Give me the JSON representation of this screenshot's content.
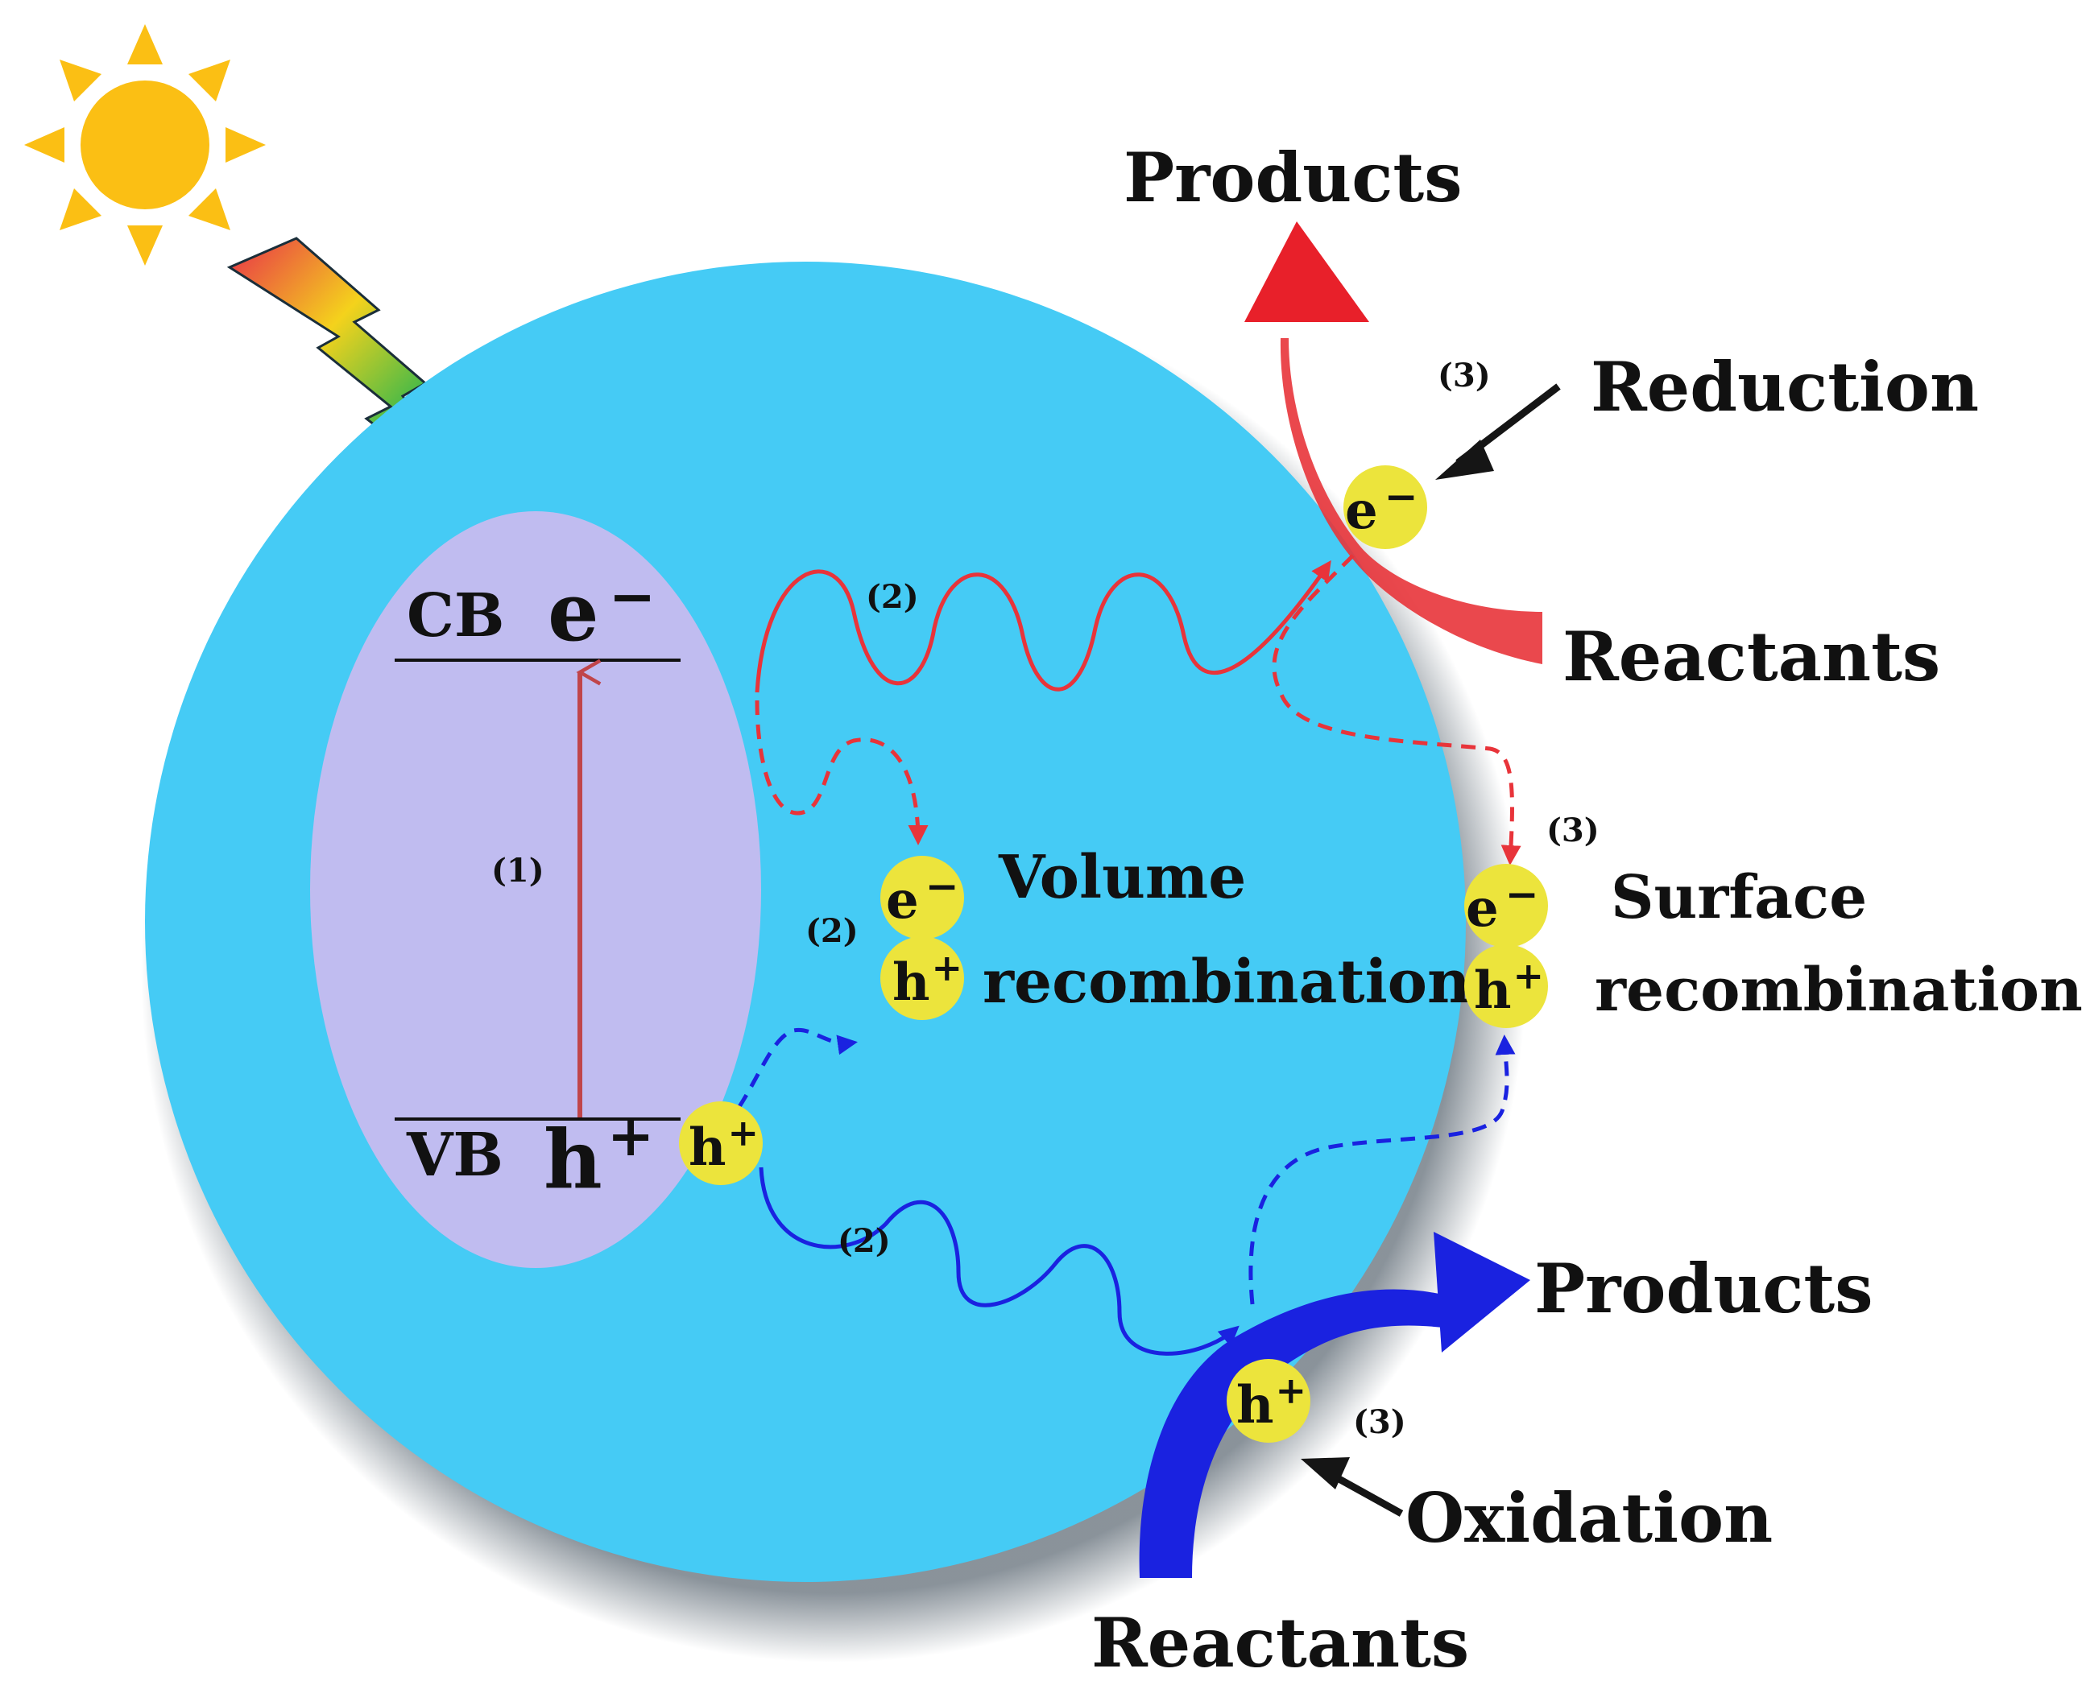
{
  "labels": {
    "cb": "CB",
    "vb": "VB",
    "electron": "e",
    "hole": "h",
    "minus": "−",
    "plus": "+",
    "step1": "(1)",
    "step2": "(2)",
    "step3": "(3)",
    "products_top": "Products",
    "reduction": "Reduction",
    "reactants_right": "Reactants",
    "volume": "Volume",
    "recombination": "recombination",
    "surface": "Surface",
    "products_bottom": "Products",
    "oxidation": "Oxidation",
    "reactants_bottom": "Reactants"
  },
  "colors": {
    "particle": "#45cbf5",
    "band_region": "#c0bcf0",
    "carrier": "#ece43c",
    "electron_path": "#e8343a",
    "hole_path": "#1a22e0",
    "sun": "#fbbf14",
    "pointer": "#151515"
  },
  "icons": [
    "sun-icon",
    "lightning-icon"
  ]
}
